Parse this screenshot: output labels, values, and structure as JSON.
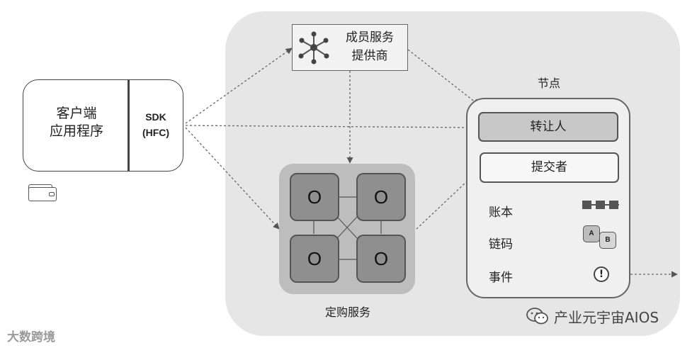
{
  "client": {
    "label": "客户端\n应用程序",
    "sdk": "SDK\n(HFC)"
  },
  "msp": {
    "label": "成员服务\n提供商"
  },
  "node": {
    "title": "节点",
    "endorser": "转让人",
    "committer": "提交者",
    "ledger": "账本",
    "chaincode": "链码",
    "chaincode_badges": [
      "A",
      "B"
    ],
    "event": "事件",
    "event_glyph": "!"
  },
  "orderer": {
    "nodes": [
      "O",
      "O",
      "O",
      "O"
    ],
    "label": "定购服务"
  },
  "watermarks": {
    "left": "大数跨境",
    "right": "产业元宇宙AIOS"
  },
  "colors": {
    "region": "#e6e6e6",
    "orderer": "#bdbdbd",
    "ordererNode": "#8f8f8f",
    "endorser": "#c8c8c8"
  }
}
